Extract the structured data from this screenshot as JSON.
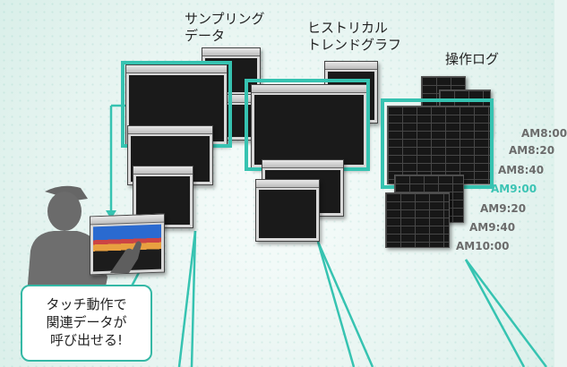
{
  "labels": {
    "sampling": "サンプリング\nデータ",
    "historical": "ヒストリカル\nトレンドグラフ",
    "oplog": "操作ログ"
  },
  "times": [
    "AM8:00",
    "AM8:20",
    "AM8:40",
    "AM9:00",
    "AM9:20",
    "AM9:40",
    "AM10:00"
  ],
  "highlight_time": "AM9:00",
  "callout": "タッチ動作で\n関連データが\n呼び出せる!",
  "colors": {
    "accent": "#36c3b1",
    "highlight_text": "#3cc4b4",
    "trend_blue": "#2f63c9"
  }
}
